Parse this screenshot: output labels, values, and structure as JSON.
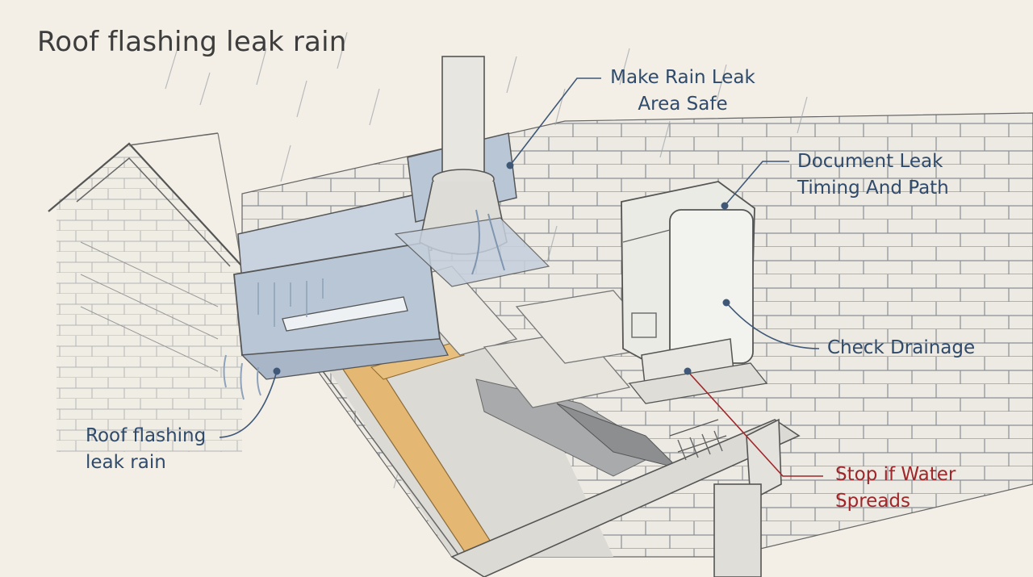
{
  "title": "Roof flashing leak rain",
  "callouts": {
    "make_safe": {
      "line1": "Make Rain Leak",
      "line2": "Area Safe"
    },
    "document": {
      "line1": "Document Leak",
      "line2": "Timing And Path"
    },
    "drainage": {
      "line1": "Check Drainage"
    },
    "flashing": {
      "line1": "Roof flashing",
      "line2": "leak rain"
    },
    "stop": {
      "line1": "Stop if Water",
      "line2": "Spreads"
    }
  },
  "colors": {
    "callout_text": "#2f4a6a",
    "warning_text": "#a0262a",
    "leader_line": "#3f5878",
    "warning_line": "#a0262a",
    "flashing_metal": "#b9c6d6",
    "wood_beam": "#e4b872",
    "paper_background": "#f3efe6"
  },
  "icons": [
    "pipe-vent-icon",
    "electrical-box-icon",
    "gutter-downspout-icon",
    "rain-icon"
  ]
}
